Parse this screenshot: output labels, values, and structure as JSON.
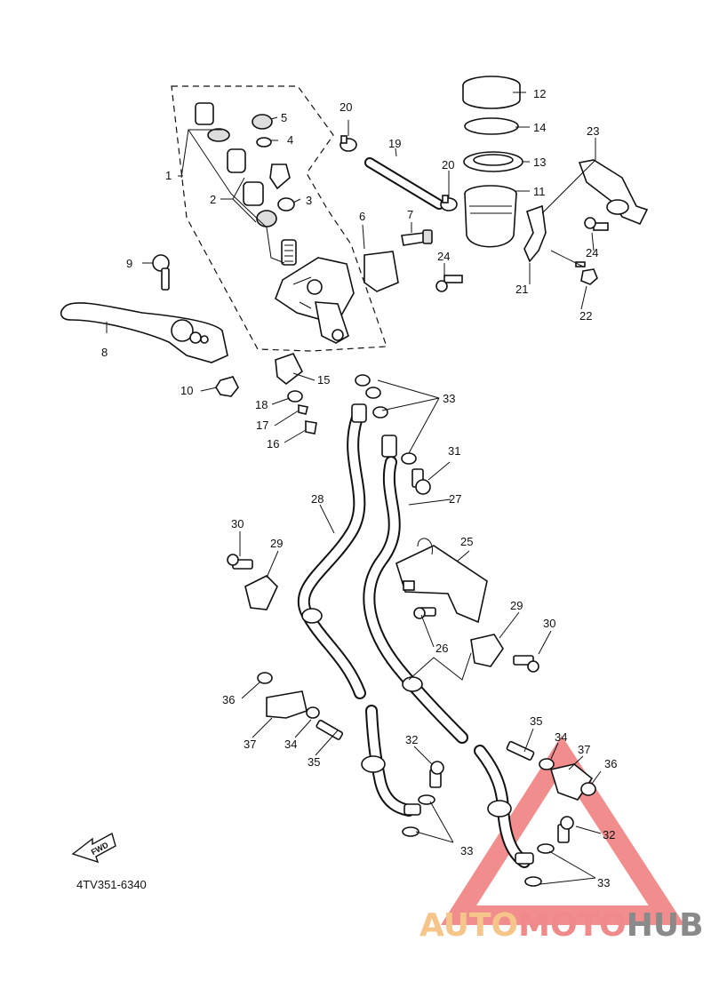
{
  "diagram": {
    "part_code": "4TV351-6340",
    "fwd_label": "FWD",
    "watermark": {
      "part1": "AUTO",
      "part2": "MOTO",
      "part3": "HUB",
      "colors": {
        "auto": "#f5c58a",
        "moto": "#f08a8a",
        "hub": "#8a8a8a",
        "triangle": "#e83030"
      }
    },
    "callouts": [
      "1",
      "2",
      "3",
      "4",
      "5",
      "6",
      "7",
      "8",
      "9",
      "10",
      "11",
      "12",
      "13",
      "14",
      "15",
      "16",
      "17",
      "18",
      "19",
      "20",
      "20",
      "21",
      "22",
      "23",
      "24",
      "24",
      "25",
      "26",
      "27",
      "28",
      "29",
      "29",
      "30",
      "30",
      "31",
      "32",
      "32",
      "33",
      "33",
      "33",
      "34",
      "34",
      "35",
      "35",
      "36",
      "36",
      "37",
      "37"
    ]
  }
}
